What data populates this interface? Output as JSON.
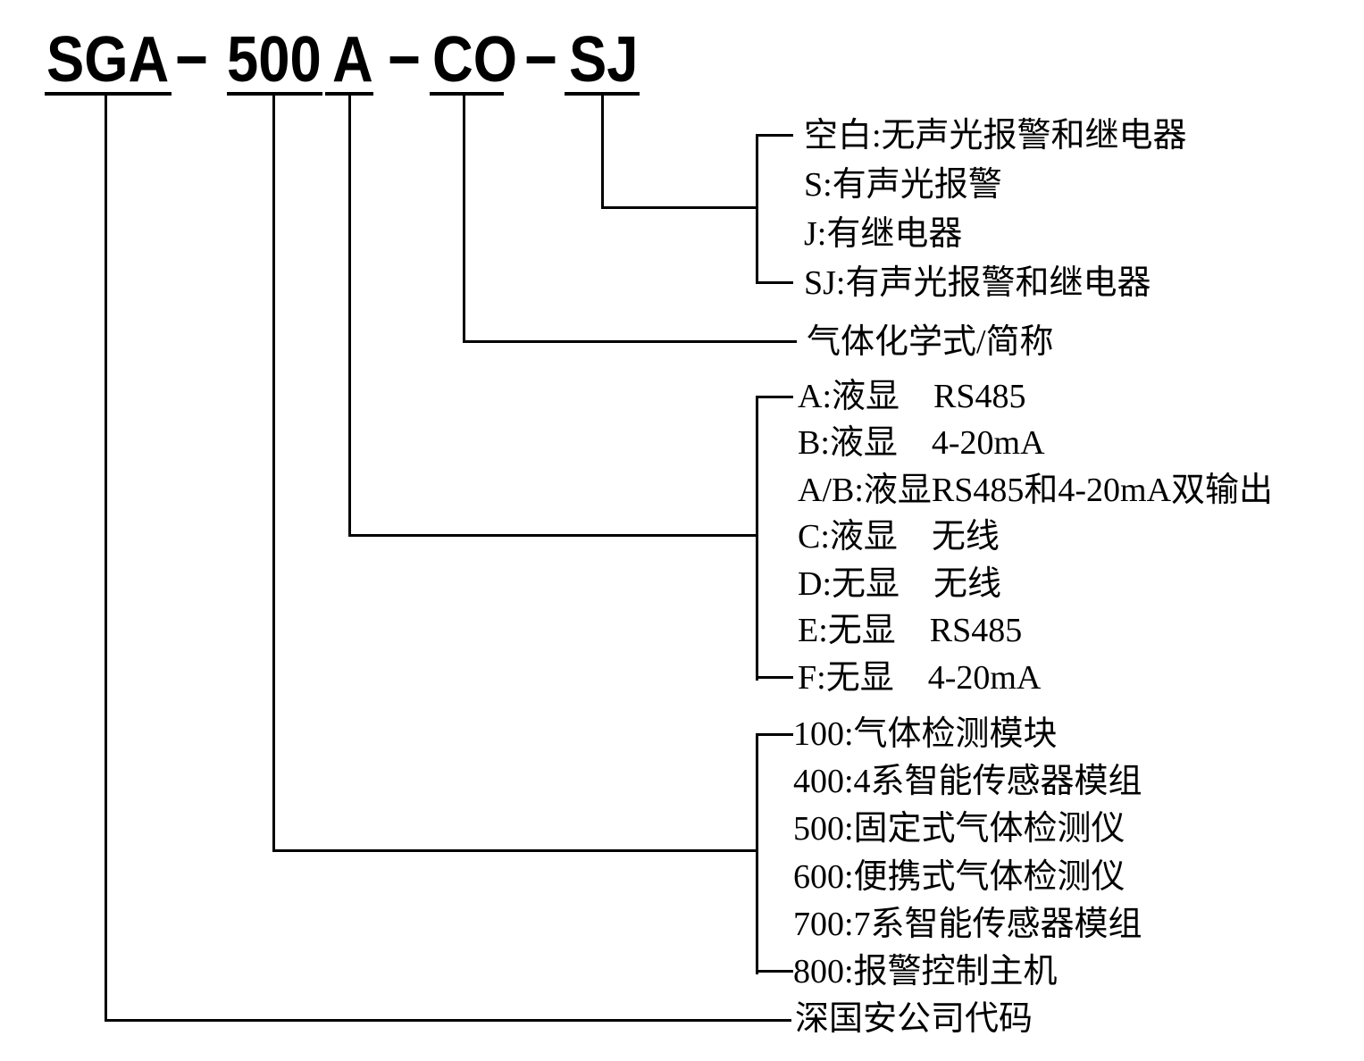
{
  "colors": {
    "ink": "#000000",
    "background": "#ffffff"
  },
  "model_code": {
    "segments": [
      "SGA",
      "−",
      "500",
      "A",
      "−",
      "CO",
      "−",
      "SJ"
    ]
  },
  "alarm_group": {
    "items": [
      "空白:无声光报警和继电器",
      "S:有声光报警",
      "J:有继电器",
      "SJ:有声光报警和继电器"
    ]
  },
  "gas_label": "气体化学式/简称",
  "output_group": {
    "items": [
      "A:液显　RS485",
      "B:液显　4-20mA",
      "A/B:液显RS485和4-20mA双输出",
      "C:液显　无线",
      "D:无显　无线",
      "E:无显　RS485",
      "F:无显　4-20mA"
    ]
  },
  "series_group": {
    "items": [
      "100:气体检测模块",
      "400:4系智能传感器模组",
      "500:固定式气体检测仪",
      "600:便携式气体检测仪",
      "700:7系智能传感器模组",
      "800:报警控制主机"
    ]
  },
  "company_label": "深国安公司代码"
}
